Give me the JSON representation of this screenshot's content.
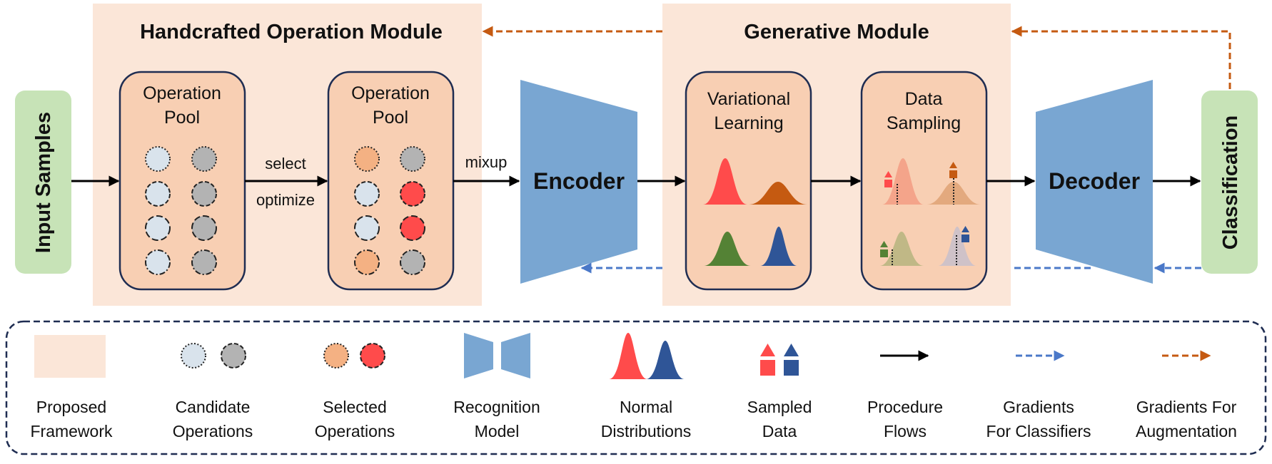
{
  "modules": {
    "handcrafted_title": "Handcrafted Operation Module",
    "generative_title": "Generative Module"
  },
  "nodes": {
    "input_samples": "Input Samples",
    "classification": "Classification",
    "encoder": "Encoder",
    "decoder": "Decoder"
  },
  "pools": {
    "left": [
      "Operation",
      "Pool"
    ],
    "right": [
      "Operation",
      "Pool"
    ]
  },
  "boxes": {
    "variational": [
      "Variational",
      "Learning"
    ],
    "sampling": [
      "Data",
      "Sampling"
    ]
  },
  "edge_labels": {
    "select": "select",
    "optimize": "optimize",
    "mixup": "mixup"
  },
  "legend": [
    {
      "line1": "Proposed",
      "line2": "Framework"
    },
    {
      "line1": "Candidate",
      "line2": "Operations"
    },
    {
      "line1": "Selected",
      "line2": "Operations"
    },
    {
      "line1": "Recognition",
      "line2": "Model"
    },
    {
      "line1": "Normal",
      "line2": "Distributions"
    },
    {
      "line1": "Sampled",
      "line2": "Data"
    },
    {
      "line1": "Procedure",
      "line2": "Flows"
    },
    {
      "line1": "Gradients",
      "line2": "For Classifiers"
    },
    {
      "line1": "Gradients For",
      "line2": "Augmentation"
    }
  ],
  "colors": {
    "module_bg": "#fbe6d8",
    "box_fill": "#f8cfb3",
    "box_stroke": "#1f2d52",
    "green_node": "#c7e3b7",
    "encoder_blue": "#79a6d2",
    "candidate_light": "#d9e3ec",
    "candidate_gray": "#b3b3b3",
    "selected_orange": "#f4b183",
    "selected_red": "#ff4b4b",
    "gradient_blue": "#4a78c8",
    "gradient_orange": "#c55a11"
  }
}
